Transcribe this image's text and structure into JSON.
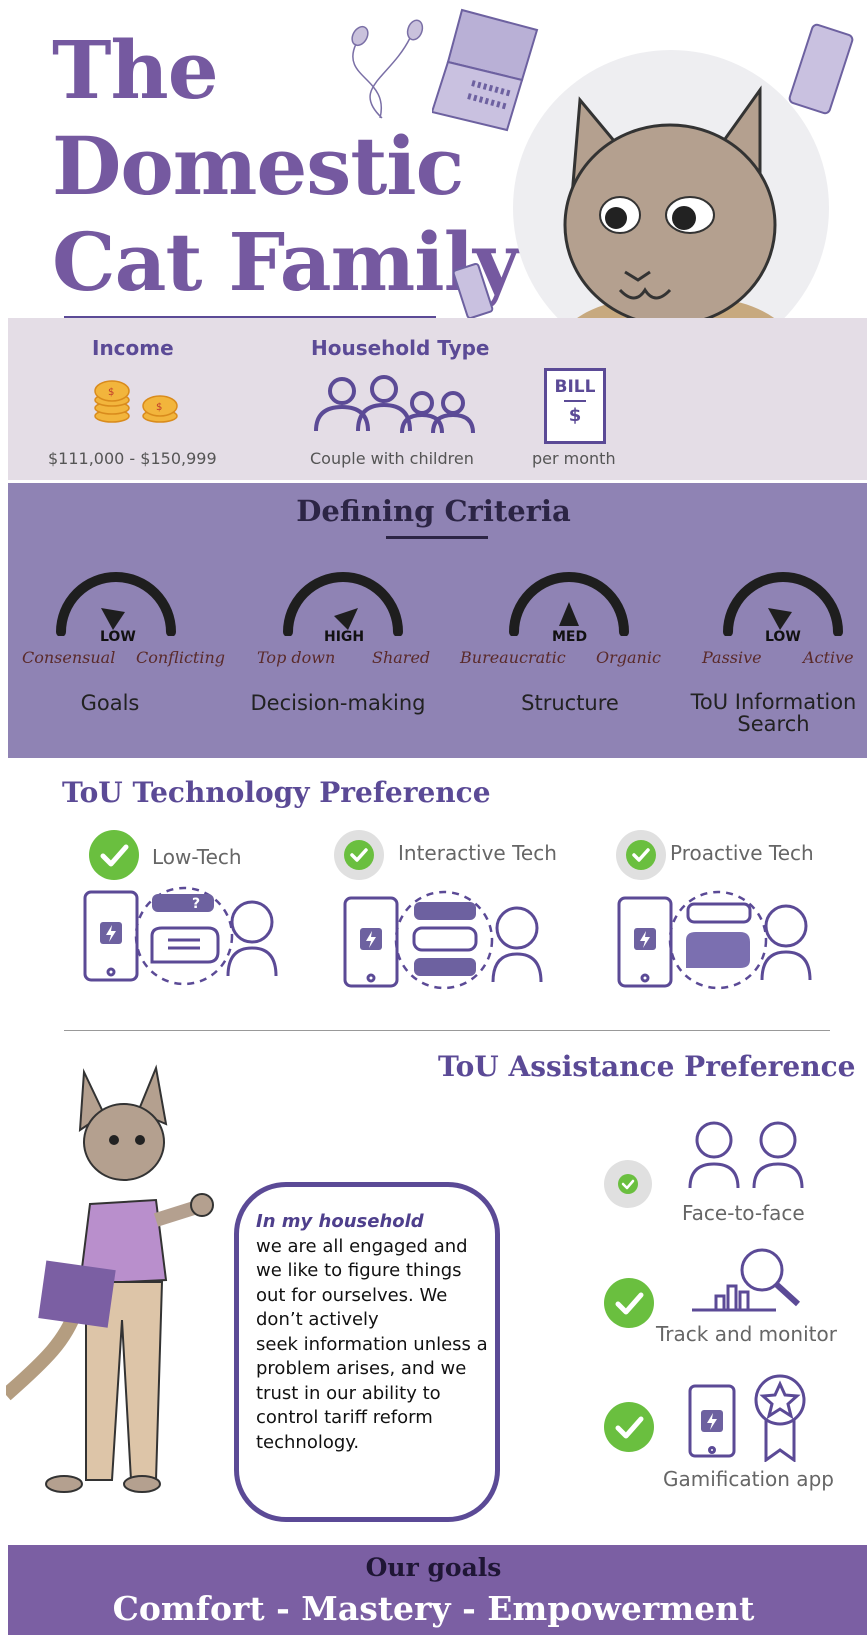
{
  "title": {
    "line1": "The",
    "line2": "Domestic",
    "line3": "Cat Family"
  },
  "household": {
    "income_label": "Income",
    "income_value": "$111,000 - $150,999",
    "type_label": "Household Type",
    "type_value": "Couple with children",
    "bill_word": "BILL",
    "bill_symbol": "$",
    "bill_value": "per month"
  },
  "criteria": {
    "heading": "Defining Criteria",
    "gauges": [
      {
        "level": "LOW",
        "left": "Consensual",
        "right": "Conflicting",
        "name": "Goals"
      },
      {
        "level": "HIGH",
        "left": "Top down",
        "right": "Shared",
        "name": "Decision-making"
      },
      {
        "level": "MED",
        "left": "Bureaucratic",
        "right": "Organic",
        "name": "Structure"
      },
      {
        "level": "LOW",
        "left": "Passive",
        "right": "Active",
        "name_line1": "ToU Information",
        "name_line2": "Search"
      }
    ]
  },
  "tech_pref": {
    "heading": "ToU Technology Preference",
    "items": [
      {
        "label": "Low-Tech",
        "check": "strong"
      },
      {
        "label": "Interactive Tech",
        "check": "light"
      },
      {
        "label": "Proactive Tech",
        "check": "light"
      }
    ]
  },
  "assist_pref": {
    "heading": "ToU Assistance Preference",
    "items": [
      {
        "label": "Face-to-face",
        "check": "light"
      },
      {
        "label": "Track and monitor",
        "check": "strong"
      },
      {
        "label": "Gamification app",
        "check": "strong"
      }
    ]
  },
  "quote": {
    "lead": "In my household",
    "lines": [
      "we are all engaged and",
      "we like to figure things",
      "out for ourselves. We",
      "don’t actively",
      "seek information unless a",
      "problem arises, and we",
      "trust in our ability to",
      "control tariff reform",
      "technology."
    ]
  },
  "goals": {
    "heading": "Our goals",
    "values": "Comfort - Mastery - Empowerment"
  },
  "colors": {
    "purple": "#7559a0",
    "green": "#6abf3f",
    "band_light": "#e4dde6",
    "band_mid": "#8f83b4",
    "band_dark": "#7b5fa3"
  }
}
